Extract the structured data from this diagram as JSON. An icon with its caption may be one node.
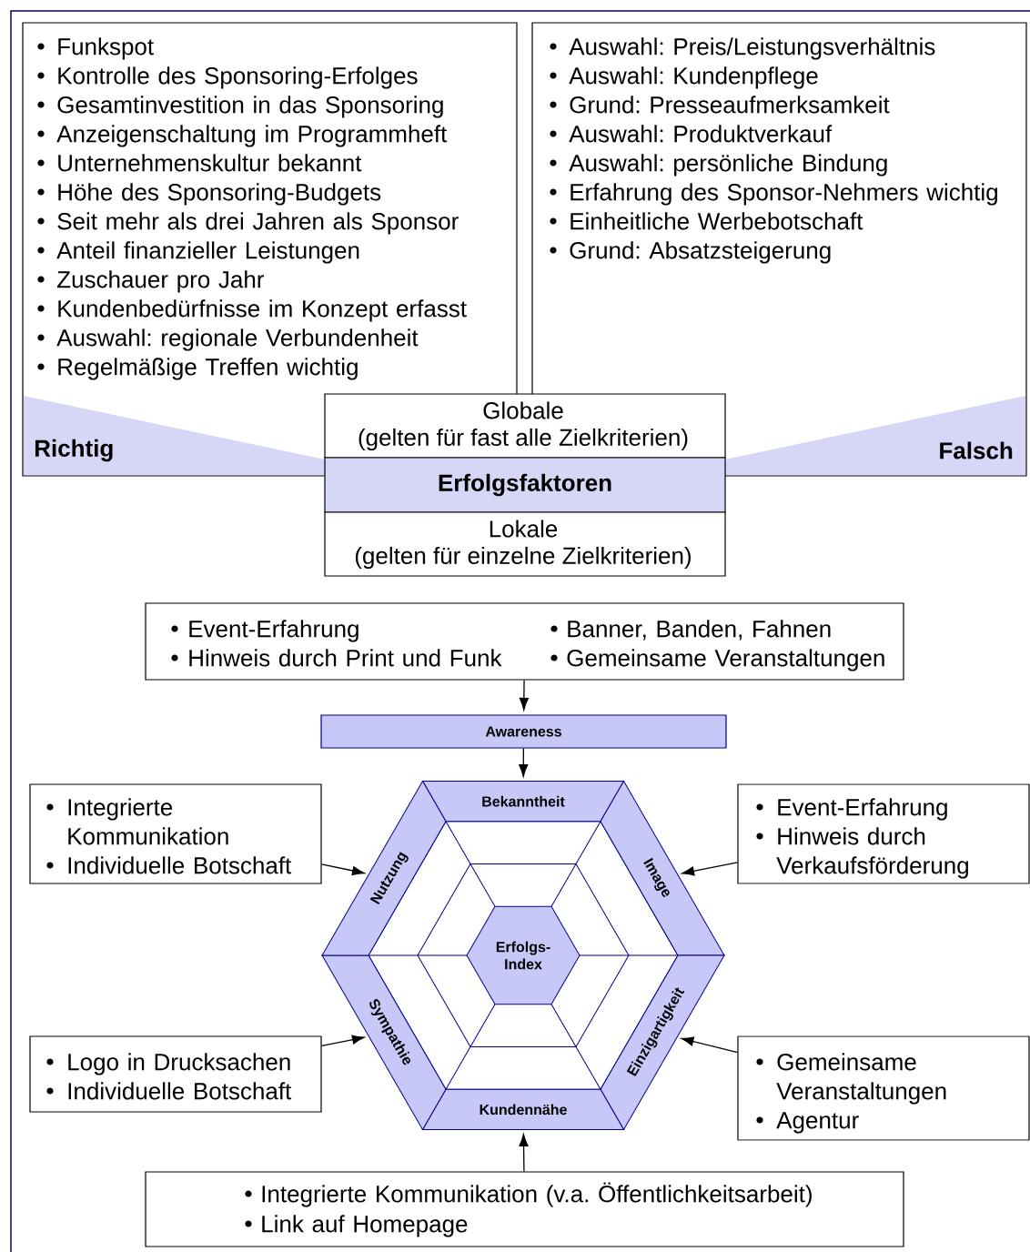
{
  "diagram": {
    "nodes": [
      {
        "text": [
          "Funkspot",
          "Kontrolle des Sponsoring-Erfolges",
          "Gesamtinvestition in das Sponsoring",
          "Anzeigenschaltung im Programmheft",
          "Unternehmenskultur bekannt",
          "Höhe des Sponsoring-Budgets",
          "Seit mehr als drei Jahren als Sponsor",
          "Anteil finanzieller Leistungen",
          "Zuschauer pro Jahr",
          "Kundenbedürfnisse im Konzept erfasst",
          "Auswahl: regionale Verbundenheit",
          "Regelmäßige Treffen wichtig",
          "Richtig"
        ]
      },
      {
        "text": [
          "Auswahl: Preis/Leistungsverhältnis",
          "Auswahl: Kundenpflege",
          "Grund: Presseaufmerksamkeit",
          "Auswahl: Produktverkauf",
          "Auswahl: persönliche Bindung",
          "Erfahrung des Sponsor-Nehmers wichtig",
          "Einheitliche Werbebotschaft",
          "Grund: Absatzsteigerung",
          "Falsch"
        ]
      },
      {
        "text": [
          "Globale",
          "(gelten für fast alle Zielkriterien)"
        ]
      },
      {
        "text": [
          "Erfolgsfaktoren"
        ]
      },
      {
        "text": [
          "Lokale",
          "(gelten für einzelne Zielkriterien)"
        ]
      },
      {
        "text": [
          "Event-Erfahrung",
          "Hinweis durch Print und Funk",
          "Banner, Banden, Fahnen",
          "Gemeinsame Veranstaltungen"
        ]
      },
      {
        "text": [
          "Awareness"
        ]
      },
      {
        "text": [
          "Bekanntheit"
        ]
      },
      {
        "text": [
          "Image"
        ]
      },
      {
        "text": [
          "Einzigartigkeit"
        ]
      },
      {
        "text": [
          "Kundennähe"
        ]
      },
      {
        "text": [
          "Sympathie"
        ]
      },
      {
        "text": [
          "Nutzung"
        ]
      },
      {
        "text": [
          "Erfolgs- Index"
        ]
      },
      {
        "text": [
          "Integrierte Kommunikation",
          "Individuelle Botschaft"
        ]
      },
      {
        "text": [
          "Event-Erfahrung",
          "Hinweis durch Verkaufsförderung"
        ]
      },
      {
        "text": [
          "Logo in Drucksachen",
          "Individuelle Botschaft"
        ]
      },
      {
        "text": [
          "Gemeinsame Veranstaltungen",
          "Agentur"
        ]
      },
      {
        "text": [
          "Integrierte Kommunikation (v.a. Öffentlichkeitsarbeit)",
          "Link auf Homepage"
        ]
      }
    ],
    "edges": [
      {
        "from": 5,
        "to": 6,
        "arrow": "to"
      },
      {
        "from": 6,
        "to": 7,
        "arrow": "to"
      },
      {
        "from": 14,
        "to": 12,
        "arrow": "to"
      },
      {
        "from": 15,
        "to": 8,
        "arrow": "to"
      },
      {
        "from": 16,
        "to": 11,
        "arrow": "to"
      },
      {
        "from": 17,
        "to": 9,
        "arrow": "to"
      },
      {
        "from": 18,
        "to": 10,
        "arrow": "to"
      }
    ]
  }
}
